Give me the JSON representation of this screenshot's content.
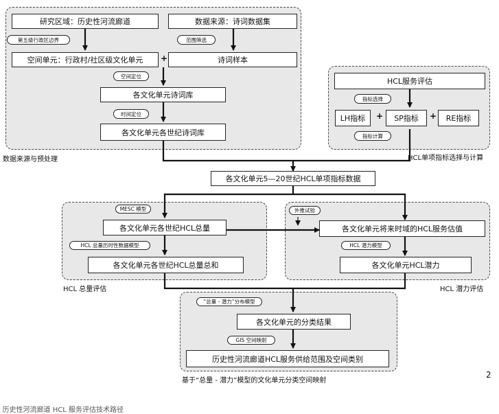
{
  "groups": {
    "preprocess_label": "数据来源与预处理",
    "single_label": "HCL单项指标选择与计算",
    "total_label": "HCL 总量评估",
    "potential_label": "HCL 潜力评估",
    "map_label": "基于“总量 - 潜力”模型的文化单元分类空间映射"
  },
  "boxes": {
    "study_area": "研究区域：历史性河流廊道",
    "data_source": "数据来源：诗词数据集",
    "spatial_unit": "空间单元：行政村/社区级文化单元",
    "poem_sample": "诗词样本",
    "unit_poem_db": "各文化单元诗词库",
    "unit_century_db": "各文化单元各世纪诗词库",
    "hcl_eval": "HCL服务评估",
    "lh": "LH指标",
    "sp": "SP指标",
    "re": "RE指标",
    "single_data": "各文化单元5—20世纪HCL单项指标数据",
    "century_total": "各文化单元各世纪HCL总量",
    "total_sum": "各文化单元各世纪HCL总量总和",
    "future_est": "各文化单元将来时域的HCL服务估值",
    "unit_potential": "各文化单元HCL潜力",
    "class_result": "各文化单元的分类结果",
    "final_map": "历史性河流廊道HCL服务供给范围及空间类别"
  },
  "pills": {
    "admin_boundary": "第五级行政区边界",
    "range_filter": "范围筛选",
    "spatial_locate": "空间定位",
    "time_locate": "时间定位",
    "indicator_select": "指标选择",
    "indicator_calc": "指标计算",
    "mesc_model": "MESC 模型",
    "time_series_model": "HCL 总量历时性数据模型",
    "extrapolation": "外推试验",
    "potential_model": "HCL 潜力模型",
    "class_model": "“总量 - 潜力”分布模型",
    "gis_mapping": "GIS 空间映射"
  },
  "plus_sign": "+",
  "page_number": "2",
  "caption": "2 历史性河流廊道 HCL 服务评估技术路径"
}
